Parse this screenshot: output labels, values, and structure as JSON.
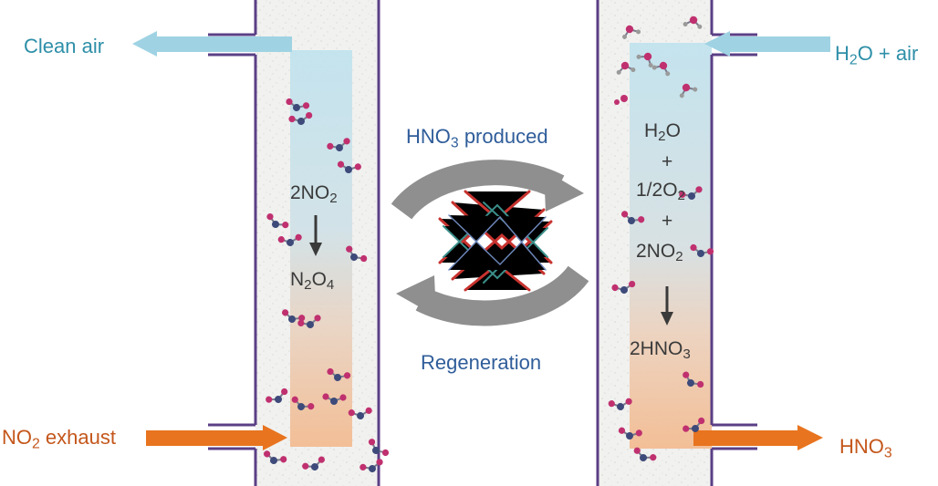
{
  "left_column": {
    "outlet_label": "Clean air",
    "inlet_label": "NO",
    "inlet_label_sub": "2",
    "inlet_label_tail": " exhaust",
    "reaction_top": "2NO",
    "reaction_top_sub": "2",
    "reaction_bottom_a": "N",
    "reaction_bottom_sub1": "2",
    "reaction_bottom_b": "O",
    "reaction_bottom_sub2": "4"
  },
  "center": {
    "top_label": "HNO",
    "top_label_sub": "3",
    "top_label_tail": " produced",
    "bottom_label": "Regeneration"
  },
  "right_column": {
    "inlet_label": "H",
    "inlet_label_sub": "2",
    "inlet_label_tail": "O + air",
    "outlet_label": "HNO",
    "outlet_label_sub": "3",
    "eq_line1": "H",
    "eq_line1_sub": "2",
    "eq_line1_tail": "O",
    "eq_plus1": "+",
    "eq_line2": "1/2O",
    "eq_line2_sub": "2",
    "eq_plus2": "+",
    "eq_line3": "2NO",
    "eq_line3_sub": "2",
    "product": "2HNO",
    "product_sub": "3"
  },
  "colors": {
    "column_border": "#5b3f86",
    "clean_air_arrow": "#9fd3e3",
    "exhaust_arrow": "#e8741f",
    "cycle_arrow": "#8f8f8f",
    "oxygen_atom": "#c0306f",
    "nitrogen_atom": "#3d4a7a",
    "hydrogen_atom": "#9a9a9a"
  }
}
